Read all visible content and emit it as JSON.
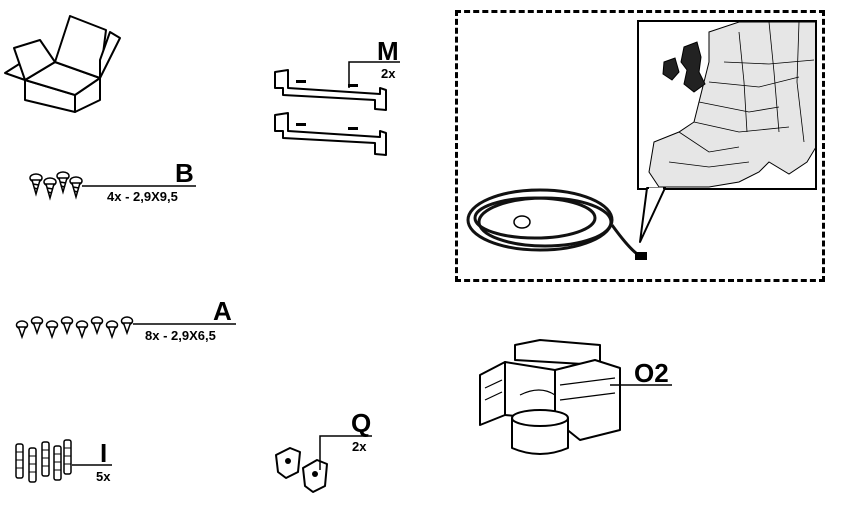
{
  "parts": {
    "B": {
      "code": "B",
      "qty": "4x - 2,9X9,5"
    },
    "A": {
      "code": "A",
      "qty": "8x - 2,9X6,5"
    },
    "I": {
      "code": "I",
      "qty": "5x"
    },
    "M": {
      "code": "M",
      "qty": "2x"
    },
    "Q": {
      "code": "Q",
      "qty": "2x"
    },
    "O2": {
      "code": "O2"
    }
  },
  "icons": {
    "box": "open-cardboard-box-icon",
    "cable": "power-cable-icon",
    "map": "europe-map-icon"
  }
}
